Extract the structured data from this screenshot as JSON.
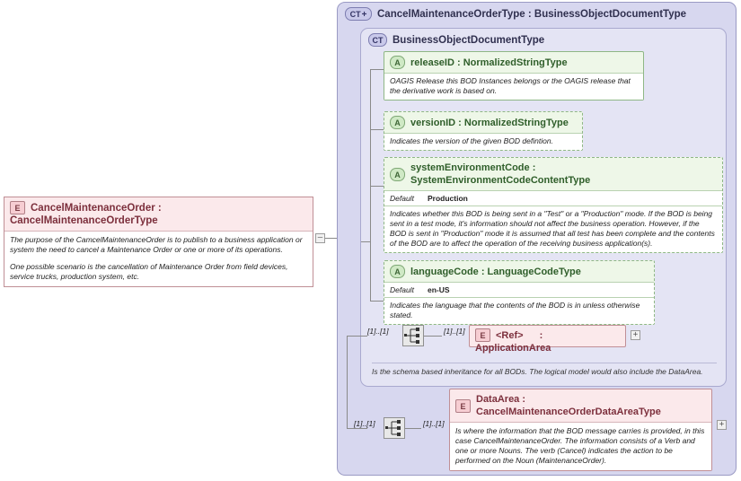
{
  "diagram": {
    "title": "XSD schema diagram for CancelMaintenanceOrder",
    "cardinality": "[1]..[1]"
  },
  "root_element": {
    "badge": "E",
    "badge_icon": "element-badge-icon",
    "title": "CancelMaintenanceOrder : CancelMaintenanceOrderType",
    "doc_paragraph_1": "The purpose of the CamcelMaintenanceOrder is to publish to a business application or system the need to cancel a Maintenance Order or one or more of its operations.",
    "doc_paragraph_2": "One possible scenario is the cancellation of Maintenance Order from field devices, service trucks, production system, etc.",
    "collapse_symbol": "–"
  },
  "complex_type_outer": {
    "badge": "CT",
    "badge_plus": "+",
    "title": "CancelMaintenanceOrderType : BusinessObjectDocumentType"
  },
  "complex_type_inner": {
    "badge": "CT",
    "title": "BusinessObjectDocumentType",
    "note": "Is the schema based inheritance for all BODs. The logical model would also include the DataArea."
  },
  "attributes": [
    {
      "badge": "A",
      "name": "releaseID : NormalizedStringType",
      "optional": false,
      "default_label": null,
      "default_value": null,
      "doc": "OAGIS Release this BOD Instances belongs or the OAGIS release that the derivative work is based on."
    },
    {
      "badge": "A",
      "name": "versionID : NormalizedStringType",
      "optional": true,
      "default_label": null,
      "default_value": null,
      "doc": "Indicates the version of the given BOD defintion."
    },
    {
      "badge": "A",
      "name": "systemEnvironmentCode : SystemEnvironmentCodeContentType",
      "optional": true,
      "default_label": "Default",
      "default_value": "Production",
      "doc": "Indicates whether this BOD is being sent in a \"Test\" or a \"Production\" mode. If the BOD is being sent in a test mode, it's information should not affect the business operation. However, if the BOD is sent in \"Production\" mode it is assumed that all test has been complete and the contents of the BOD are to affect the operation of the receiving business application(s)."
    },
    {
      "badge": "A",
      "name": "languageCode : LanguageCodeType",
      "optional": true,
      "default_label": "Default",
      "default_value": "en-US",
      "doc": "Indicates the language that the contents of the BOD is in unless otherwise stated."
    }
  ],
  "application_area": {
    "badge": "E",
    "name": "<Ref>",
    "type": ": ApplicationArea",
    "expand_symbol": "+",
    "cardinality_left": "[1]..[1]",
    "cardinality_right": "[1]..[1]",
    "compositor": "sequence"
  },
  "data_area": {
    "badge": "E",
    "name": "DataArea : CancelMaintenanceOrderDataAreaType",
    "expand_symbol": "+",
    "cardinality_left": "[1]..[1]",
    "cardinality_right": "[1]..[1]",
    "compositor": "sequence",
    "doc": "Is where the information that the BOD message carries is provided, in this case CancelMaintenanceOrder. The information consists of a Verb and one or more Nouns. The verb (Cancel) indicates the action to be performed on the Noun (MaintenanceOrder)."
  },
  "colors": {
    "element_fill": "#fbe9eb",
    "element_border": "#c08f96",
    "attribute_fill": "#eef7e8",
    "attribute_border": "#8fb786",
    "complextype_outer_fill": "#d7d7ef",
    "complextype_inner_fill": "#e4e4f4",
    "complextype_border": "#9a9ac4",
    "connector": "#8a8a8a"
  }
}
